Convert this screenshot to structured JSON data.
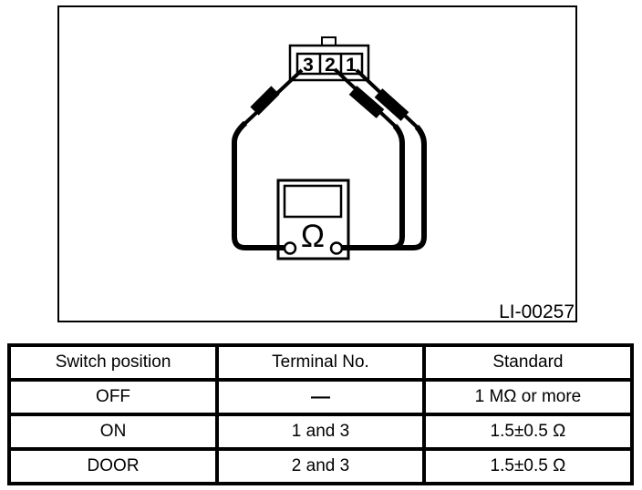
{
  "figure": {
    "code": "LI-00257",
    "pins": [
      "3",
      "2",
      "1"
    ],
    "meter_symbol": "Ω",
    "line_color": "#000000",
    "background_color": "#ffffff"
  },
  "table": {
    "headers": [
      "Switch position",
      "Terminal No.",
      "Standard"
    ],
    "rows": [
      {
        "position": "OFF",
        "terminals": "—",
        "standard": "1 MΩ or more"
      },
      {
        "position": "ON",
        "terminals": "1 and 3",
        "standard": "1.5±0.5 Ω"
      },
      {
        "position": "DOOR",
        "terminals": "2 and 3",
        "standard": "1.5±0.5 Ω"
      }
    ]
  }
}
